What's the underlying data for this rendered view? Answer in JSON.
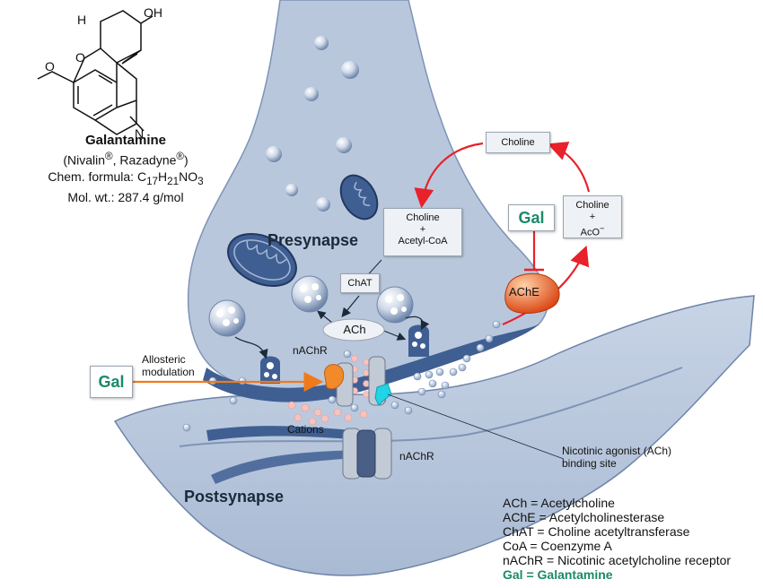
{
  "drug": {
    "name": "Galantamine",
    "brands_prefix": "(Nivalin",
    "brands_mid": ", Razadyne",
    "brands_suffix": ")",
    "reg_mark": "®",
    "formula_label": "Chem. formula: C",
    "formula_c": "17",
    "formula_h_letter": "H",
    "formula_h": "21",
    "formula_rest": "NO",
    "formula_o": "3",
    "mol_wt": "Mol. wt.: 287.4 g/mol"
  },
  "molecule": {
    "oh": "OH",
    "h": "H",
    "o": "O",
    "n": "N"
  },
  "regions": {
    "presynapse": "Presynapse",
    "postsynapse": "Postsynapse"
  },
  "boxes": {
    "choline": "Choline",
    "choline_acetyl_1": "Choline",
    "choline_acetyl_2": "+",
    "choline_acetyl_3": "Acetyl-CoA",
    "choline_aco_1": "Choline",
    "choline_aco_2": "+",
    "choline_aco_3": "AcO",
    "choline_aco_sup": "−",
    "chat": "ChAT",
    "ach": "ACh",
    "gal_top": "Gal",
    "gal_left": "Gal",
    "ache": "AChE"
  },
  "labels": {
    "allosteric_1": "Allosteric",
    "allosteric_2": "modulation",
    "nachr_top": "nAChR",
    "nachr_bottom": "nAChR",
    "cations": "Cations",
    "binding_1": "Nicotinic agonist (ACh)",
    "binding_2": "binding site"
  },
  "legend": [
    "ACh = Acetylcholine",
    "AChE = Acetylcholinesterase",
    "ChAT = Choline acetyltransferase",
    "CoA = Coenzyme A",
    "nAChR = Nicotinic acetylcholine receptor",
    "Gal = Galantamine"
  ],
  "colors": {
    "cell_fill": "#b9c7dd",
    "cell_edge": "#2e4a7a",
    "membrane": "#3f5f93",
    "arrow_red": "#e8212b",
    "arrow_orange": "#f07a1a",
    "ache": "#e8541c",
    "gal_green": "#1a8a6a",
    "receptor_orange": "#f28a2a",
    "binding_cyan": "#23d3e6",
    "cation_pink": "#f5c3c0"
  }
}
